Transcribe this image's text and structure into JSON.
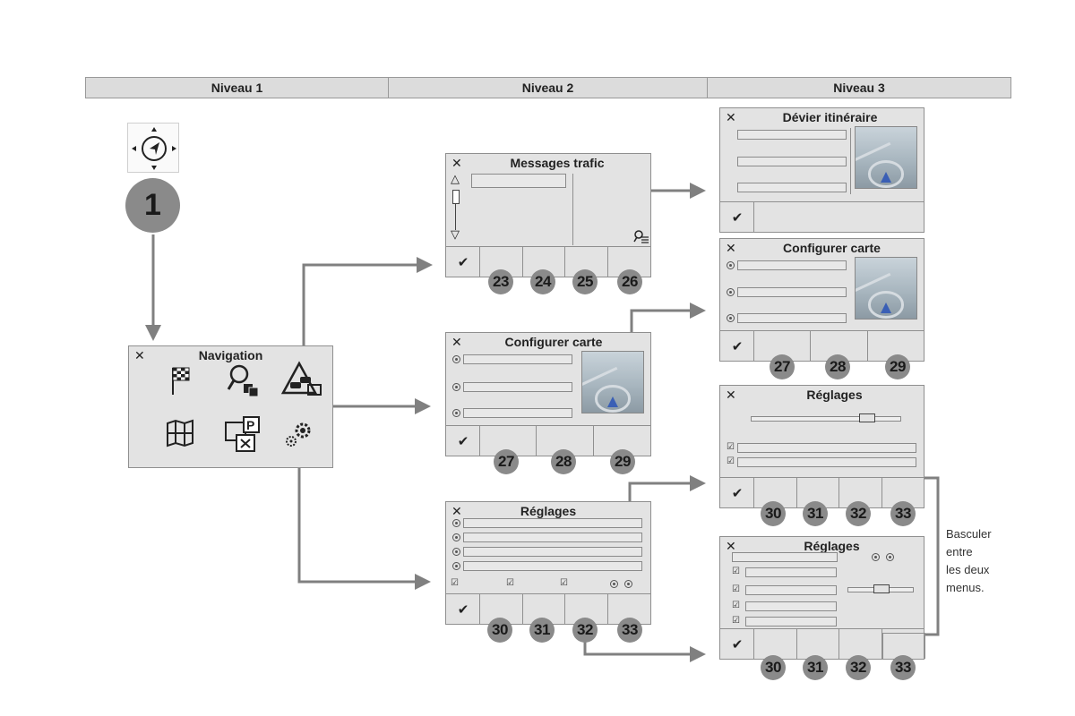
{
  "headers": {
    "level1": "Niveau 1",
    "level2": "Niveau 2",
    "level3": "Niveau 3"
  },
  "step": "1",
  "navigation": {
    "title": "Navigation",
    "close": "✕"
  },
  "p_traffic": {
    "title": "Messages trafic",
    "close": "✕",
    "up": "△",
    "down": "▽",
    "ok": "✔",
    "nums": [
      "23",
      "24",
      "25",
      "26"
    ]
  },
  "p_config2": {
    "title": "Configurer carte",
    "close": "✕",
    "ok": "✔",
    "nums": [
      "27",
      "28",
      "29"
    ]
  },
  "p_settings2": {
    "title": "Réglages",
    "close": "✕",
    "ok": "✔",
    "nums": [
      "30",
      "31",
      "32",
      "33"
    ]
  },
  "p_detour": {
    "title": "Dévier itinéraire",
    "close": "✕",
    "ok": "✔"
  },
  "p_config3": {
    "title": "Configurer carte",
    "close": "✕",
    "ok": "✔",
    "nums": [
      "27",
      "28",
      "29"
    ]
  },
  "p_settings3a": {
    "title": "Réglages",
    "close": "✕",
    "ok": "✔",
    "nums": [
      "30",
      "31",
      "32",
      "33"
    ]
  },
  "p_settings3b": {
    "title": "Réglages",
    "close": "✕",
    "ok": "✔",
    "nums": [
      "30",
      "31",
      "32",
      "33"
    ]
  },
  "caption": {
    "line1": "Basculer",
    "line2": "entre",
    "line3": "les deux",
    "line4": "menus."
  },
  "icons": [
    "compass-icon",
    "checkered-flag-icon",
    "search-poi-icon",
    "traffic-warning-icon",
    "map-icon",
    "parking-poi-icon",
    "settings-gear-icon",
    "traffic-info-icon"
  ]
}
